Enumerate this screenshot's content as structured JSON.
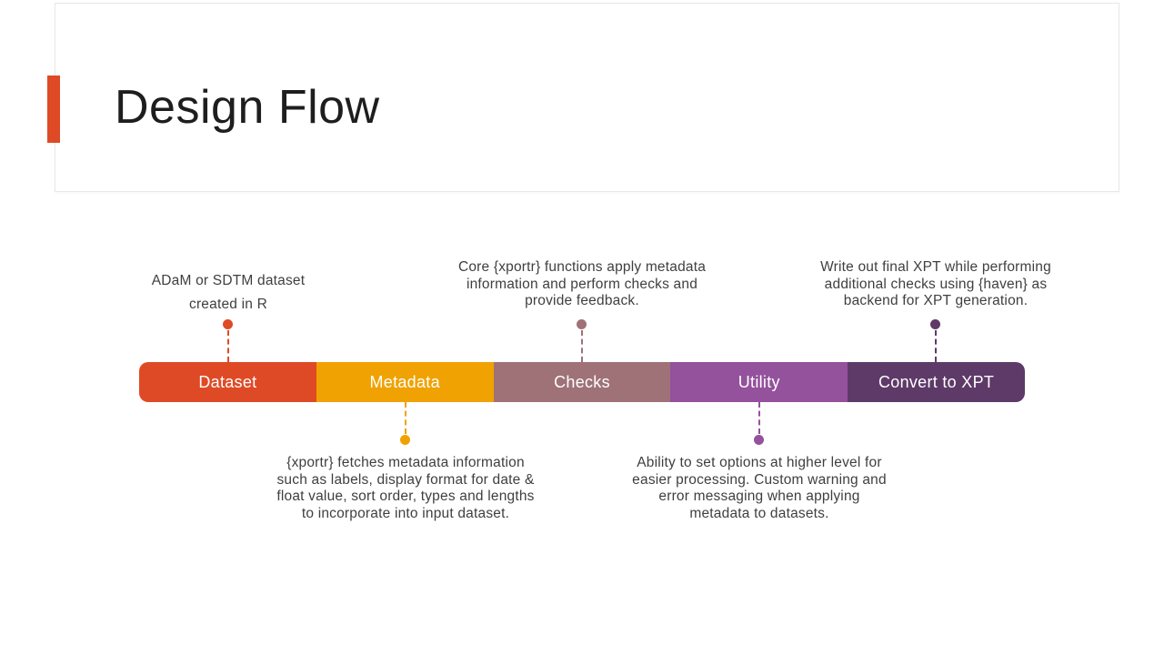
{
  "header": {
    "title": "Design Flow",
    "accent_color": "#df4a26"
  },
  "timeline": {
    "segments": [
      {
        "label": "Dataset",
        "color": "#df4a26"
      },
      {
        "label": "Metadata",
        "color": "#f0a202"
      },
      {
        "label": "Checks",
        "color": "#9e7277"
      },
      {
        "label": "Utility",
        "color": "#94519c"
      },
      {
        "label": "Convert to XPT",
        "color": "#5e3a68"
      }
    ]
  },
  "annotations": {
    "top": [
      {
        "text": "ADaM or SDTM dataset\ncreated in R"
      },
      {
        "text": "Core {xportr} functions apply metadata\ninformation and perform checks and\nprovide feedback."
      },
      {
        "text": "Write out final XPT while performing\nadditional checks using {haven} as\nbackend for XPT generation."
      }
    ],
    "bottom": [
      {
        "text": "{xportr} fetches metadata information\nsuch as labels, display format for date &\nfloat value, sort order, types and lengths\nto incorporate into input dataset."
      },
      {
        "text": "Ability to set options at higher level for\neasier processing. Custom warning and\nerror messaging when applying\nmetadata to datasets."
      }
    ]
  }
}
